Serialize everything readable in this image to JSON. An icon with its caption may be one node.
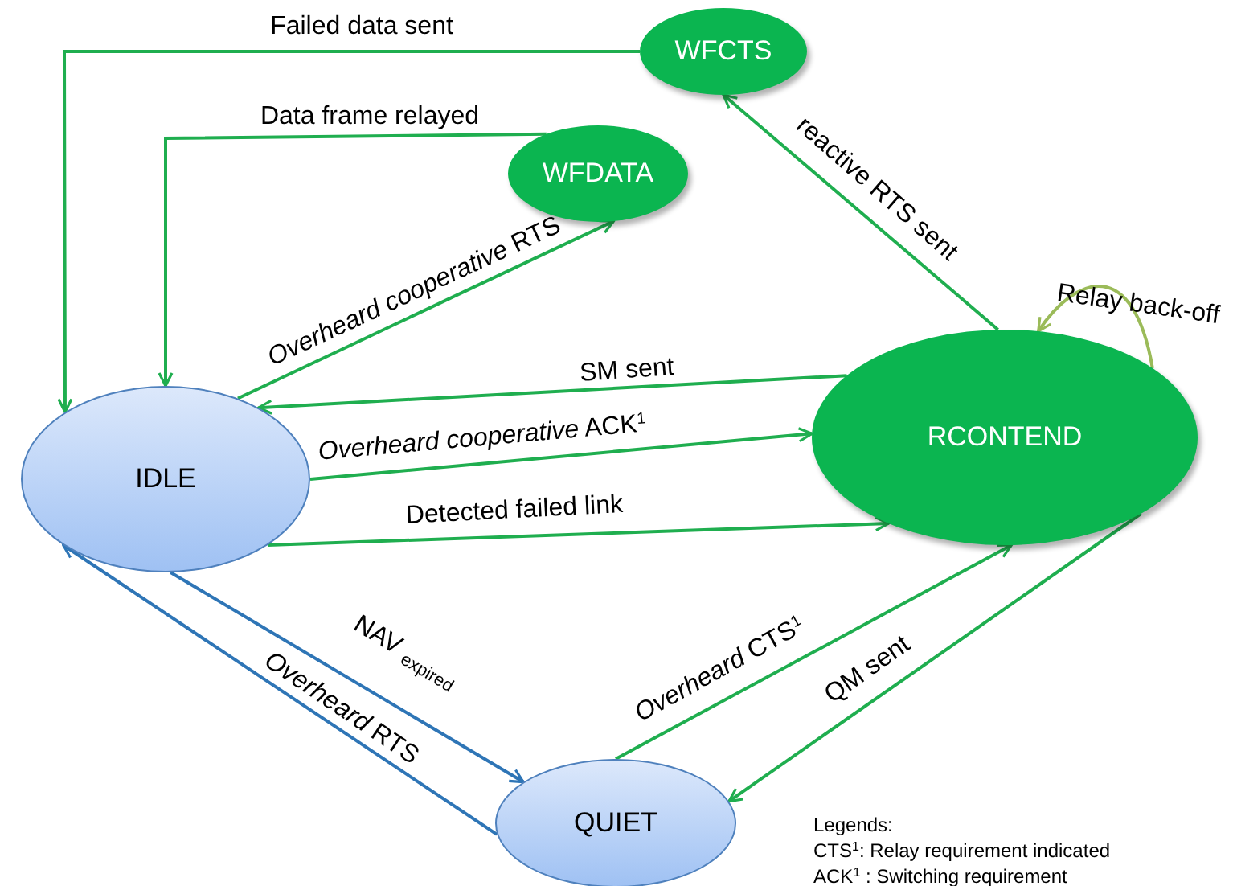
{
  "diagram": {
    "nodes": [
      {
        "text": [
          "WFCTS"
        ]
      },
      {
        "text": [
          "WFDATA"
        ]
      },
      {
        "text": [
          "IDLE"
        ]
      },
      {
        "text": [
          "RCONTEND"
        ]
      },
      {
        "text": [
          "QUIET"
        ]
      }
    ],
    "edges": [
      {
        "from": 0,
        "to": 2,
        "arrow": "to",
        "label": "Failed data sent"
      },
      {
        "from": 1,
        "to": 2,
        "arrow": "to",
        "label": "Data frame relayed"
      },
      {
        "from": 2,
        "to": 1,
        "arrow": "to",
        "label": "*Overheard cooperative* RTS"
      },
      {
        "from": 3,
        "to": 0,
        "arrow": "to",
        "label": "reactive RTS sent"
      },
      {
        "from": 3,
        "to": 3,
        "arrow": "to",
        "label": "Relay back-off",
        "color": "#9bbb59"
      },
      {
        "from": 3,
        "to": 2,
        "arrow": "to",
        "label": "SM sent"
      },
      {
        "from": 2,
        "to": 3,
        "arrow": "to",
        "label": "*Overheard cooperative* ACK$^{1}$"
      },
      {
        "from": 2,
        "to": 3,
        "arrow": "to",
        "label": "Detected failed link"
      },
      {
        "from": 2,
        "to": 4,
        "arrow": "to",
        "label": "NAV $_{expired}$",
        "color": "#2e75b6"
      },
      {
        "from": 4,
        "to": 2,
        "arrow": "to",
        "label": "*Overheard* RTS",
        "color": "#2e75b6"
      },
      {
        "from": 4,
        "to": 3,
        "arrow": "to",
        "label": "*Overheard* CTS$^{1}$"
      },
      {
        "from": 3,
        "to": 4,
        "arrow": "to",
        "label": "QM sent"
      }
    ],
    "labels": [
      "Legends:",
      "CTS$^{1}$: Relay requirement indicated",
      "ACK$^{1}$ : Switching requirement"
    ]
  }
}
